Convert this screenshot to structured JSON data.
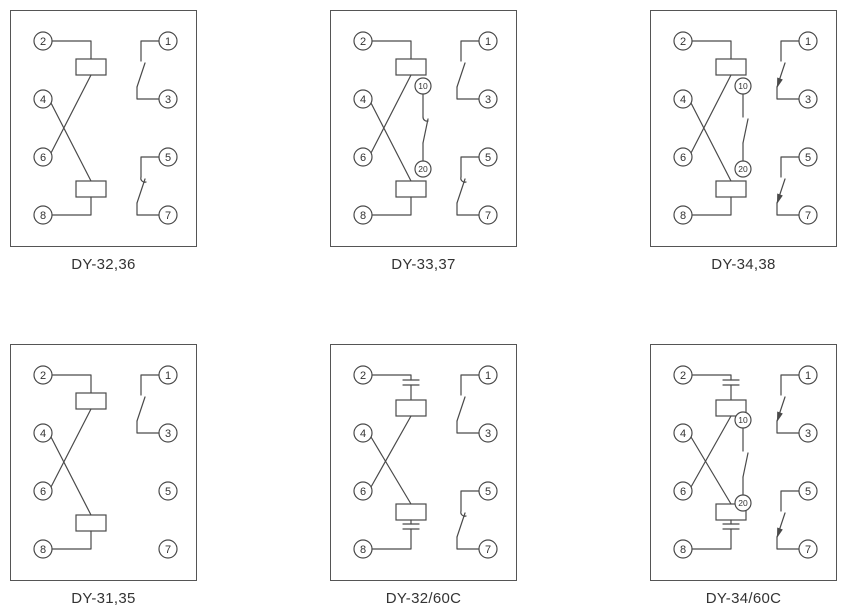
{
  "page": {
    "colors": {
      "line": "#4a4a4a",
      "text": "#333333",
      "background": "#ffffff"
    }
  },
  "diagrams": [
    {
      "label": "DY-32,36",
      "left": [
        "2",
        "4",
        "6",
        "8"
      ],
      "right": [
        "1",
        "3",
        "5",
        "7"
      ]
    },
    {
      "label": "DY-33,37",
      "left": [
        "2",
        "4",
        "6",
        "8"
      ],
      "right": [
        "1",
        "3",
        "5",
        "7"
      ],
      "middle": [
        "10",
        "20"
      ]
    },
    {
      "label": "DY-34,38",
      "left": [
        "2",
        "4",
        "6",
        "8"
      ],
      "right": [
        "1",
        "3",
        "5",
        "7"
      ],
      "middle": [
        "10",
        "20"
      ]
    },
    {
      "label": "DY-31,35",
      "left": [
        "2",
        "4",
        "6",
        "8"
      ],
      "right": [
        "1",
        "3",
        "5",
        "7"
      ]
    },
    {
      "label": "DY-32/60C",
      "left": [
        "2",
        "4",
        "6",
        "8"
      ],
      "right": [
        "1",
        "3",
        "5",
        "7"
      ]
    },
    {
      "label": "DY-34/60C",
      "left": [
        "2",
        "4",
        "6",
        "8"
      ],
      "right": [
        "1",
        "3",
        "5",
        "7"
      ],
      "middle": [
        "10",
        "20"
      ]
    }
  ]
}
